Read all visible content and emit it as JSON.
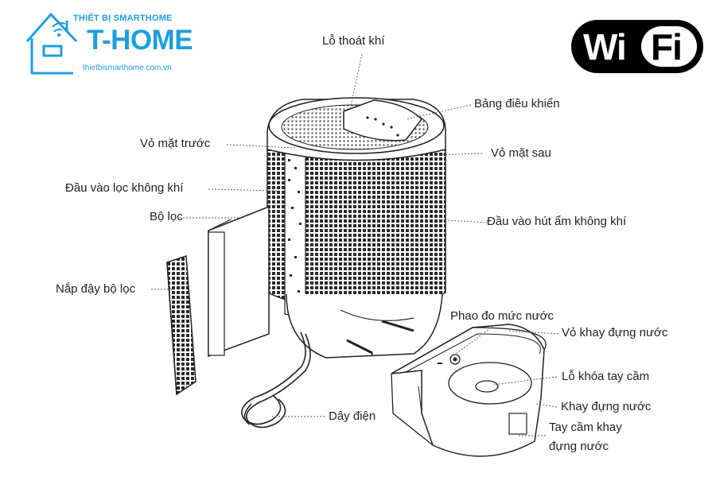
{
  "logo": {
    "brand_line": "THIẾT BỊ SMARTHOME",
    "name": "T-HOME",
    "url": "thietbismarthome.com.vn",
    "color": "#1e9ee0",
    "icon": "house-wifi-icon"
  },
  "wifi_badge": {
    "part1": "Wi",
    "part2": "Fi"
  },
  "labels": {
    "air_outlet": "Lỗ thoát khí",
    "control_panel": "Bảng điều khiển",
    "front_cover": "Vỏ mặt trước",
    "back_cover": "Vỏ mặt sau",
    "air_filter_inlet": "Đầu vào lọc không khí",
    "filter": "Bộ lọc",
    "dehumid_inlet": "Đầu vào hút ẩm không khí",
    "filter_cover": "Nắp đậy bộ lọc",
    "float": "Phao đo mức nước",
    "tank_shell": "Vỏ khay đựng nước",
    "handle_lock": "Lỗ khóa tay cầm",
    "tank": "Khay đựng nước",
    "power_cord": "Dây điện",
    "tank_handle_1": "Tay cầm khay",
    "tank_handle_2": "đựng nước"
  },
  "colors": {
    "line": "#222222",
    "mesh": "#2a2a2a",
    "background": "#ffffff"
  }
}
